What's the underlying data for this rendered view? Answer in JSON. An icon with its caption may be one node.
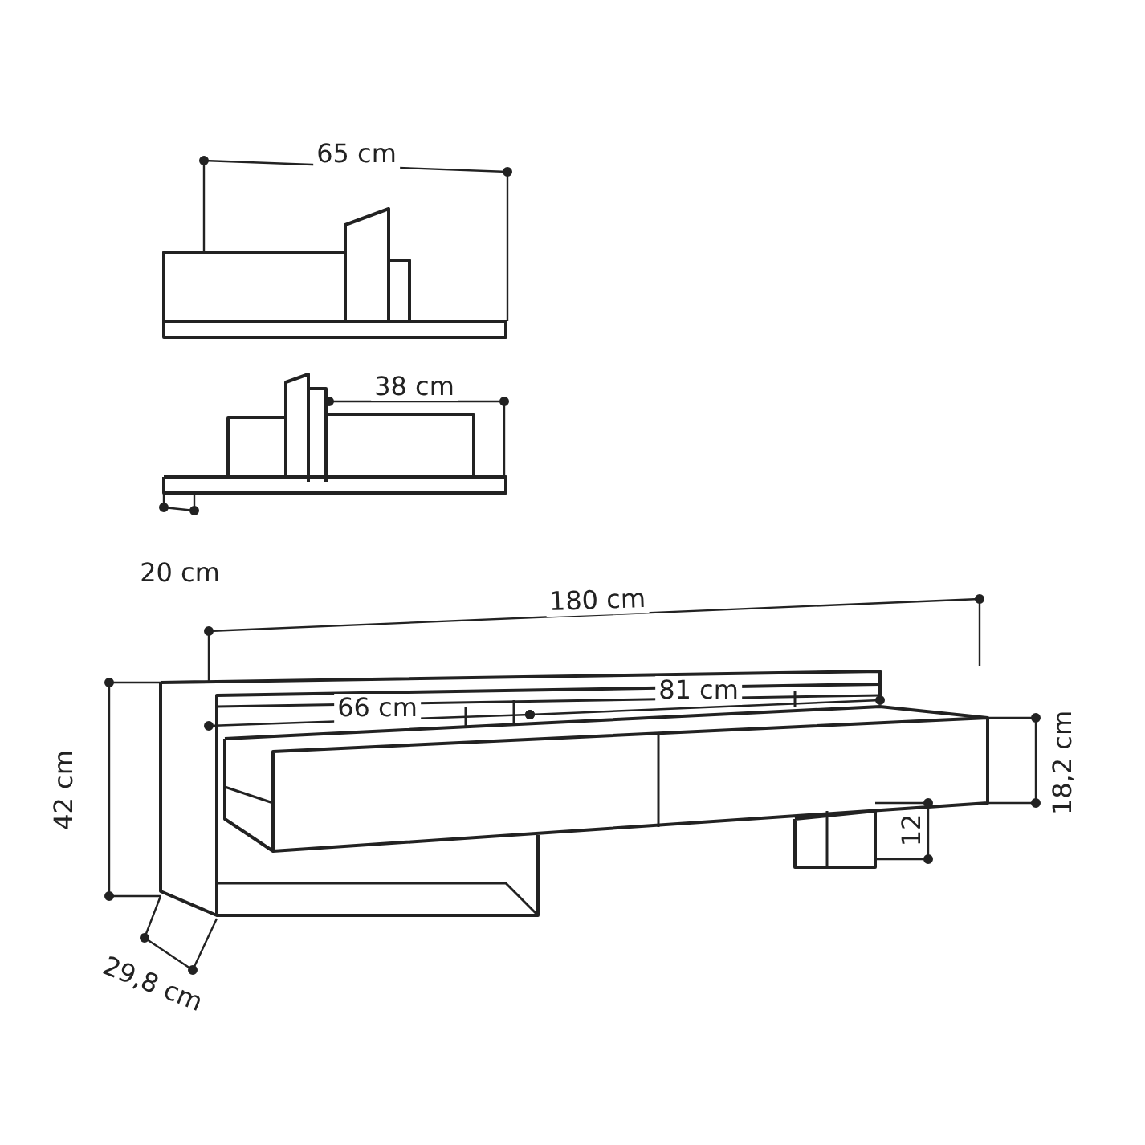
{
  "diagram": {
    "labels": [
      "65 cm",
      "38 cm",
      "20 cm",
      "180 cm",
      "66 cm",
      "81 cm",
      "42 cm",
      "18,2 cm",
      "12",
      "29,8 cm"
    ]
  }
}
